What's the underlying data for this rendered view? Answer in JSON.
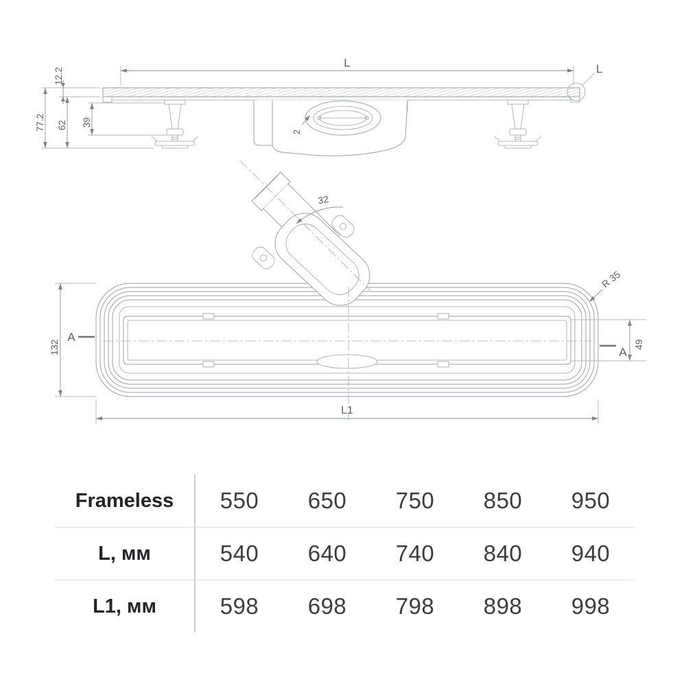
{
  "drawing": {
    "side": {
      "length_label": "L",
      "detail_label": "L",
      "height_top": "12.2",
      "height_total": "77.2",
      "height_body": "62",
      "height_leg": "39",
      "wall_thickness": "2"
    },
    "plan": {
      "width_label": "132",
      "pipe_diameter": "32",
      "corner_radius": "R 35",
      "grate_width": "49",
      "length_label": "L1",
      "section_left": "A",
      "section_right": "A"
    }
  },
  "table": {
    "rows": [
      {
        "label": "Frameless",
        "values": [
          "550",
          "650",
          "750",
          "850",
          "950"
        ]
      },
      {
        "label": "L, мм",
        "values": [
          "540",
          "640",
          "740",
          "840",
          "940"
        ]
      },
      {
        "label": "L1, мм",
        "values": [
          "598",
          "698",
          "798",
          "898",
          "998"
        ]
      }
    ]
  },
  "colors": {
    "drawing_line": "#9aa1a8",
    "dimension_line": "#868d94",
    "dimension_text": "#5b6166",
    "table_text": "#3a3e43",
    "table_label": "#212428",
    "divider": "#c9cbce"
  }
}
